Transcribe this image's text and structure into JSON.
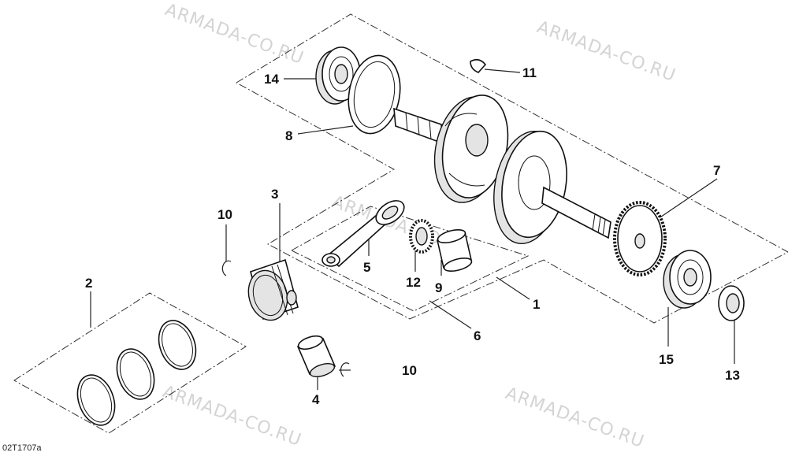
{
  "watermark": {
    "text": "ARMADA-CO.RU",
    "color": "#d4d4d4"
  },
  "drawing_code": "02T1707a",
  "callouts": [
    {
      "id": "1",
      "label": "1"
    },
    {
      "id": "2",
      "label": "2"
    },
    {
      "id": "3",
      "label": "3"
    },
    {
      "id": "4",
      "label": "4"
    },
    {
      "id": "5",
      "label": "5"
    },
    {
      "id": "6",
      "label": "6"
    },
    {
      "id": "7",
      "label": "7"
    },
    {
      "id": "8",
      "label": "8"
    },
    {
      "id": "9",
      "label": "9"
    },
    {
      "id": "10a",
      "label": "10"
    },
    {
      "id": "10b",
      "label": "10"
    },
    {
      "id": "11",
      "label": "11"
    },
    {
      "id": "12",
      "label": "12"
    },
    {
      "id": "13",
      "label": "13"
    },
    {
      "id": "14",
      "label": "14"
    },
    {
      "id": "15",
      "label": "15"
    }
  ]
}
